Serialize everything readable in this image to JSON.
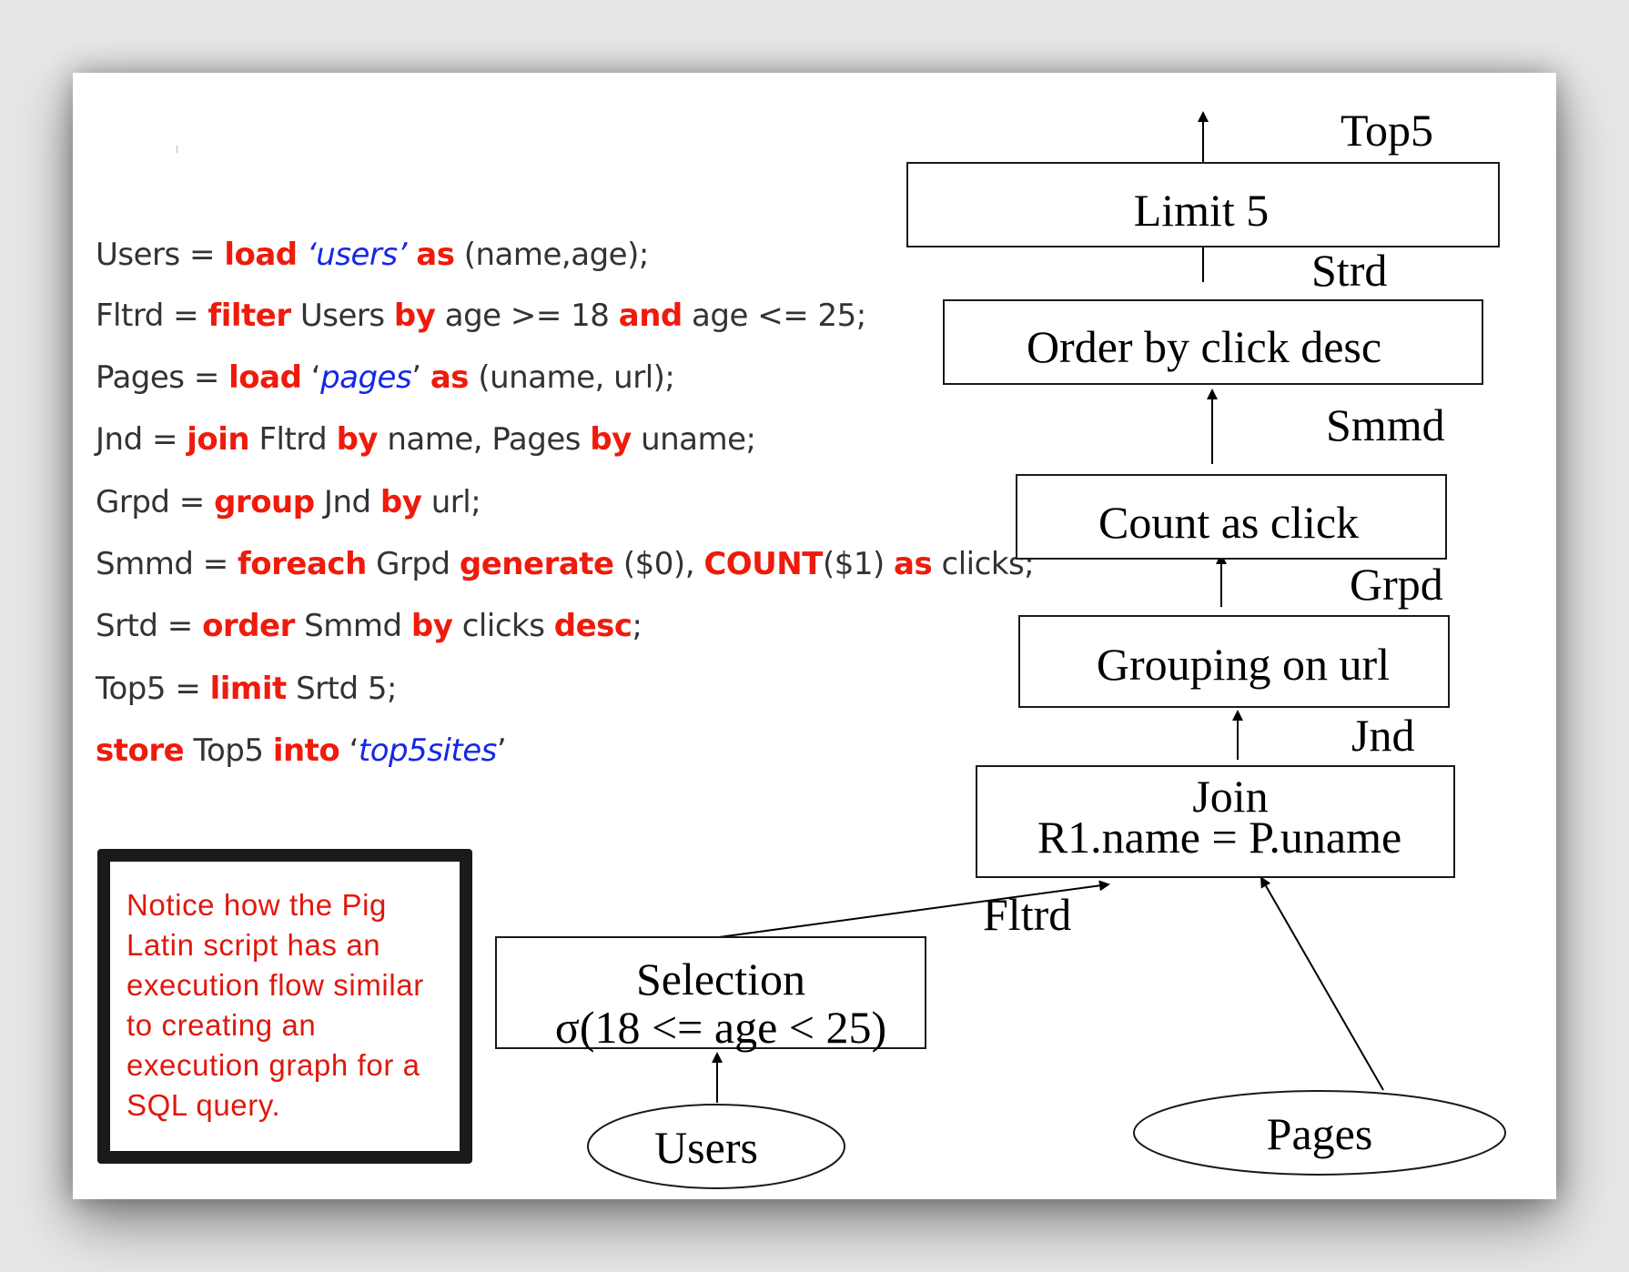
{
  "code_lines": [
    [
      {
        "t": "Users = ",
        "k": "p"
      },
      {
        "t": "load",
        "k": "kw"
      },
      {
        "t": " ",
        "k": "p"
      },
      {
        "t": "‘users’",
        "k": "str"
      },
      {
        "t": " ",
        "k": "p"
      },
      {
        "t": "as",
        "k": "kw"
      },
      {
        "t": " (name,age);",
        "k": "p"
      }
    ],
    [
      {
        "t": "Fltrd = ",
        "k": "p"
      },
      {
        "t": "filter",
        "k": "kw"
      },
      {
        "t": " Users ",
        "k": "p"
      },
      {
        "t": "by",
        "k": "kw"
      },
      {
        "t": " age >= 18 ",
        "k": "p"
      },
      {
        "t": "and",
        "k": "kw"
      },
      {
        "t": " age <= 25;",
        "k": "p"
      }
    ],
    [
      {
        "t": "Pages = ",
        "k": "p"
      },
      {
        "t": "load",
        "k": "kw"
      },
      {
        "t": " ‘",
        "k": "p"
      },
      {
        "t": "pages",
        "k": "str"
      },
      {
        "t": "’ ",
        "k": "p"
      },
      {
        "t": "as",
        "k": "kw"
      },
      {
        "t": " (uname, url);",
        "k": "p"
      }
    ],
    [
      {
        "t": "Jnd = ",
        "k": "p"
      },
      {
        "t": "join",
        "k": "kw"
      },
      {
        "t": " Fltrd ",
        "k": "p"
      },
      {
        "t": "by",
        "k": "kw"
      },
      {
        "t": " name, Pages ",
        "k": "p"
      },
      {
        "t": "by",
        "k": "kw"
      },
      {
        "t": " uname;",
        "k": "p"
      }
    ],
    [
      {
        "t": "Grpd = ",
        "k": "p"
      },
      {
        "t": "group",
        "k": "kw"
      },
      {
        "t": " Jnd ",
        "k": "p"
      },
      {
        "t": "by",
        "k": "kw"
      },
      {
        "t": " url;",
        "k": "p"
      }
    ],
    [
      {
        "t": "Smmd = ",
        "k": "p"
      },
      {
        "t": "foreach",
        "k": "kw"
      },
      {
        "t": " Grpd ",
        "k": "p"
      },
      {
        "t": "generate",
        "k": "kw"
      },
      {
        "t": " ($0), ",
        "k": "p"
      },
      {
        "t": "COUNT",
        "k": "kw"
      },
      {
        "t": "($1) ",
        "k": "p"
      },
      {
        "t": "as",
        "k": "kw"
      },
      {
        "t": " clicks;",
        "k": "p"
      }
    ],
    [
      {
        "t": "Srtd = ",
        "k": "p"
      },
      {
        "t": "order",
        "k": "kw"
      },
      {
        "t": " Smmd ",
        "k": "p"
      },
      {
        "t": "by",
        "k": "kw"
      },
      {
        "t": " clicks ",
        "k": "p"
      },
      {
        "t": "desc",
        "k": "kw"
      },
      {
        "t": ";",
        "k": "p"
      }
    ],
    [
      {
        "t": "Top5 = ",
        "k": "p"
      },
      {
        "t": "limit",
        "k": "kw"
      },
      {
        "t": " Srtd 5;",
        "k": "p"
      }
    ],
    [
      {
        "t": "store",
        "k": "kw"
      },
      {
        "t": " Top5 ",
        "k": "p"
      },
      {
        "t": "into",
        "k": "kw"
      },
      {
        "t": " ‘",
        "k": "p"
      },
      {
        "t": "top5sites",
        "k": "str"
      },
      {
        "t": "’",
        "k": "p"
      }
    ]
  ],
  "notice": "Notice how the Pig Latin script has an execution flow similar to creating an execution graph for a SQL query.",
  "nodes": {
    "limit": "Limit 5",
    "order": "Order by click desc",
    "count": "Count as click",
    "group": "Grouping on url",
    "join": [
      "Join",
      "R1.name = P.uname"
    ],
    "selection": [
      "Selection",
      "σ(18 <= age < 25)"
    ],
    "users": "Users",
    "pages": "Pages"
  },
  "edge_labels": {
    "top5": "Top5",
    "strd": "Strd",
    "smmd": "Smmd",
    "grpd": "Grpd",
    "jnd": "Jnd",
    "fltrd": "Fltrd"
  }
}
